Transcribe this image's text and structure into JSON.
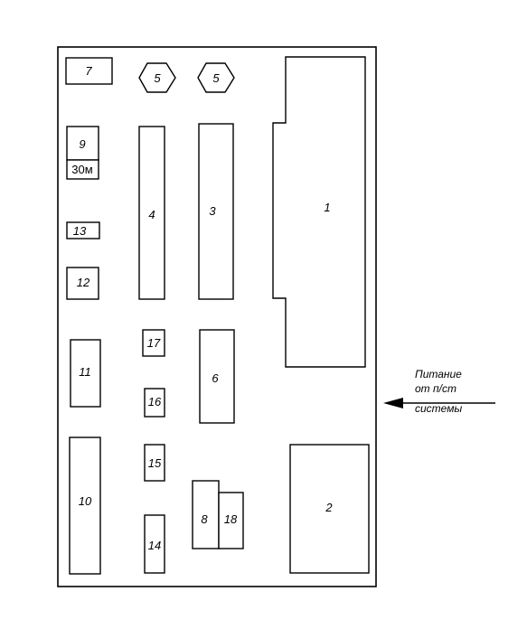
{
  "components": {
    "c1": "1",
    "c2": "2",
    "c3": "3",
    "c4": "4",
    "c5a": "5",
    "c5b": "5",
    "c6": "6",
    "c7": "7",
    "c8": "8",
    "c9": "9",
    "c9_sub": "30м",
    "c10": "10",
    "c11": "11",
    "c12": "12",
    "c13": "13",
    "c14": "14",
    "c15": "15",
    "c16": "16",
    "c17": "17",
    "c18": "18"
  },
  "power_input": {
    "line1": "Питание",
    "line2": "от п/ст",
    "line3": "системы"
  }
}
